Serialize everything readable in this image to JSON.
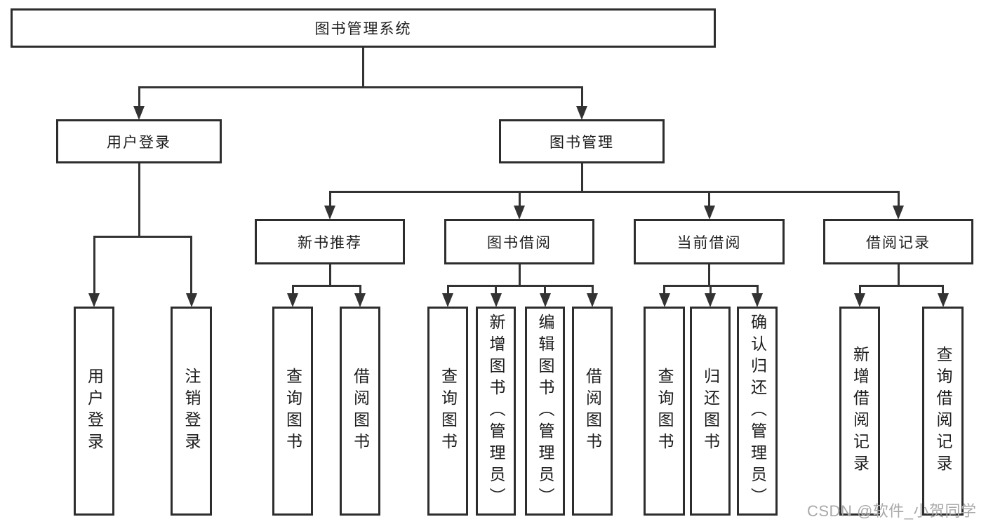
{
  "diagram": {
    "title": "图书管理系统",
    "type": "hierarchy-tree",
    "colors": {
      "line": "#333333",
      "border": "#2d2d2d",
      "text": "#1c1c1c",
      "background": "#ffffff",
      "watermark": "#a9a9a9"
    },
    "watermark": "CSDN @软件_小贺同学",
    "nodes": [
      {
        "id": "root",
        "label": "图书管理系统",
        "parent": null
      },
      {
        "id": "user-login",
        "label": "用户登录",
        "parent": "root"
      },
      {
        "id": "book-mgmt",
        "label": "图书管理",
        "parent": "root"
      },
      {
        "id": "new-book-rec",
        "label": "新书推荐",
        "parent": "book-mgmt"
      },
      {
        "id": "book-borrow",
        "label": "图书借阅",
        "parent": "book-mgmt"
      },
      {
        "id": "current-borrow",
        "label": "当前借阅",
        "parent": "book-mgmt"
      },
      {
        "id": "borrow-records",
        "label": "借阅记录",
        "parent": "book-mgmt"
      },
      {
        "id": "leaf-user-login",
        "label": "用户登录",
        "parent": "user-login"
      },
      {
        "id": "leaf-logout",
        "label": "注销登录",
        "parent": "user-login"
      },
      {
        "id": "leaf-query-books-rec",
        "label": "查询图书",
        "parent": "new-book-rec"
      },
      {
        "id": "leaf-borrow-books-rec",
        "label": "借阅图书",
        "parent": "new-book-rec"
      },
      {
        "id": "leaf-query-books-borrow",
        "label": "查询图书",
        "parent": "book-borrow"
      },
      {
        "id": "leaf-add-book-admin",
        "label": "新增图书（管理员）",
        "parent": "book-borrow"
      },
      {
        "id": "leaf-edit-book-admin",
        "label": "编辑图书（管理员）",
        "parent": "book-borrow"
      },
      {
        "id": "leaf-borrow-books",
        "label": "借阅图书",
        "parent": "book-borrow"
      },
      {
        "id": "leaf-query-books-current",
        "label": "查询图书",
        "parent": "current-borrow"
      },
      {
        "id": "leaf-return-books",
        "label": "归还图书",
        "parent": "current-borrow"
      },
      {
        "id": "leaf-confirm-return-admin",
        "label": "确认归还（管理员）",
        "parent": "current-borrow"
      },
      {
        "id": "leaf-add-borrow-record",
        "label": "新增借阅记录",
        "parent": "borrow-records"
      },
      {
        "id": "leaf-query-borrow-record",
        "label": "查询借阅记录",
        "parent": "borrow-records"
      }
    ]
  }
}
